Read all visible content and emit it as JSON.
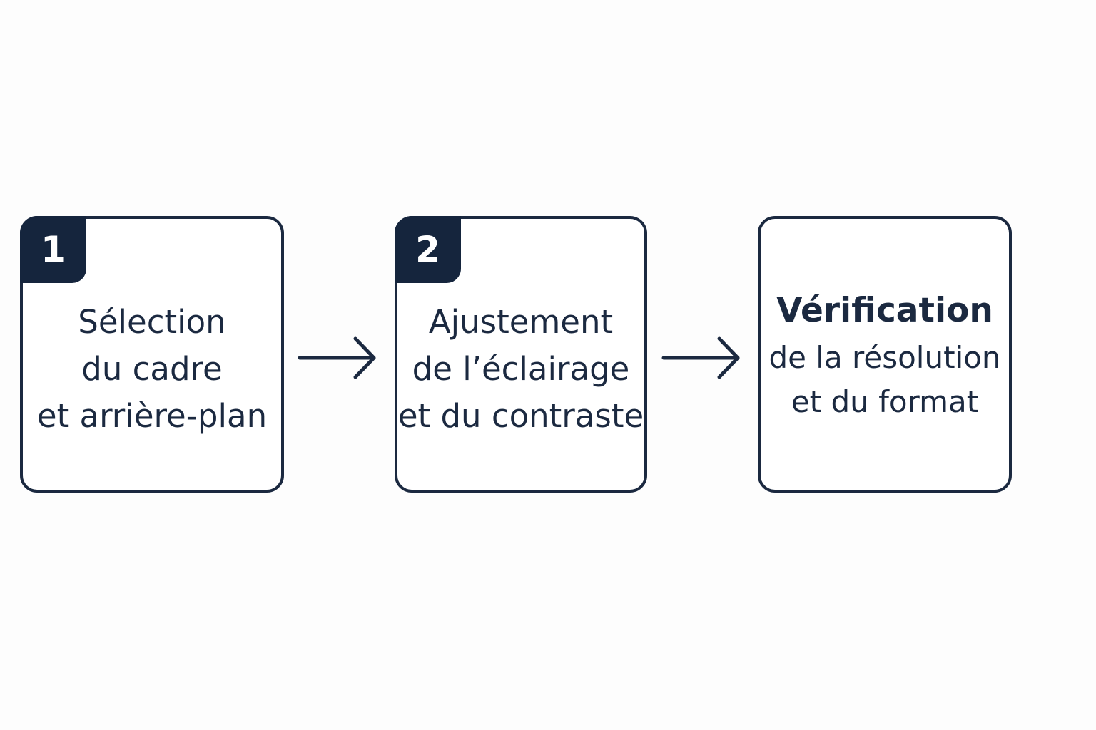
{
  "steps": [
    {
      "number": "1",
      "lines": [
        "Sélection",
        "du cadre",
        "et arrière-plan"
      ]
    },
    {
      "number": "2",
      "lines": [
        "Ajustement",
        "de l’éclairage",
        "et du contraste"
      ]
    },
    {
      "title": "Vérification",
      "lines": [
        "de la résolution",
        "et du format"
      ]
    }
  ],
  "colors": {
    "stroke": "#1b2940",
    "badge": "#15253d",
    "background": "#fdfdfd"
  },
  "icons": {
    "connector": "arrow-right-icon"
  }
}
